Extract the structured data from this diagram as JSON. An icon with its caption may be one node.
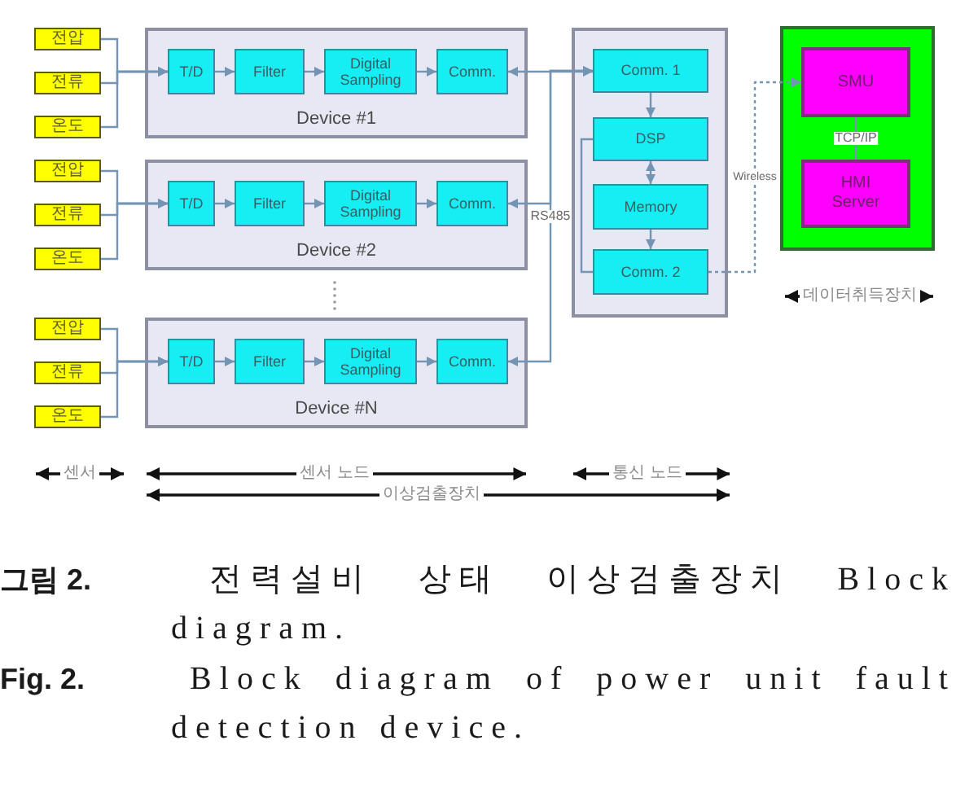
{
  "diagram": {
    "nodes": [
      {
        "text": [
          "전압"
        ]
      },
      {
        "text": [
          "전류"
        ]
      },
      {
        "text": [
          "온도"
        ]
      },
      {
        "text": [
          "Device #1"
        ]
      },
      {
        "text": [
          "T/D"
        ],
        "in": 3
      },
      {
        "text": [
          "Filter"
        ],
        "in": 3
      },
      {
        "text": [
          "Digital Sampling"
        ],
        "in": 3
      },
      {
        "text": [
          "Comm."
        ],
        "in": 3
      },
      {
        "text": [
          "전압"
        ]
      },
      {
        "text": [
          "전류"
        ]
      },
      {
        "text": [
          "온도"
        ]
      },
      {
        "text": [
          "Device #2"
        ]
      },
      {
        "text": [
          "T/D"
        ],
        "in": 11
      },
      {
        "text": [
          "Filter"
        ],
        "in": 11
      },
      {
        "text": [
          "Digital Sampling"
        ],
        "in": 11
      },
      {
        "text": [
          "Comm."
        ],
        "in": 11
      },
      {
        "text": [
          "전압"
        ]
      },
      {
        "text": [
          "전류"
        ]
      },
      {
        "text": [
          "온도"
        ]
      },
      {
        "text": [
          "Device #N"
        ]
      },
      {
        "text": [
          "T/D"
        ],
        "in": 19
      },
      {
        "text": [
          "Filter"
        ],
        "in": 19
      },
      {
        "text": [
          "Digital Sampling"
        ],
        "in": 19
      },
      {
        "text": [
          "Comm."
        ],
        "in": 19
      },
      {
        "text": [],
        "shape": "box"
      },
      {
        "text": [
          "Comm. 1"
        ],
        "in": 24
      },
      {
        "text": [
          "DSP"
        ],
        "in": 24
      },
      {
        "text": [
          "Memory"
        ],
        "in": 24
      },
      {
        "text": [
          "Comm. 2"
        ],
        "in": 24
      },
      {
        "text": [],
        "shape": "box"
      },
      {
        "text": [
          "SMU"
        ],
        "in": 29
      },
      {
        "text": [
          "HMI Server"
        ],
        "in": 29
      }
    ],
    "edges": [
      {
        "from": 0,
        "to": 4,
        "arrow": "to"
      },
      {
        "from": 1,
        "to": 4,
        "arrow": "to"
      },
      {
        "from": 2,
        "to": 4,
        "arrow": "to"
      },
      {
        "from": 4,
        "to": 5,
        "arrow": "to"
      },
      {
        "from": 5,
        "to": 6,
        "arrow": "to"
      },
      {
        "from": 6,
        "to": 7,
        "arrow": "to"
      },
      {
        "from": 7,
        "to": 25,
        "arrow": "both"
      },
      {
        "from": 8,
        "to": 12,
        "arrow": "to"
      },
      {
        "from": 9,
        "to": 12,
        "arrow": "to"
      },
      {
        "from": 10,
        "to": 12,
        "arrow": "to"
      },
      {
        "from": 12,
        "to": 13,
        "arrow": "to"
      },
      {
        "from": 13,
        "to": 14,
        "arrow": "to"
      },
      {
        "from": 14,
        "to": 15,
        "arrow": "to"
      },
      {
        "from": 15,
        "to": 25,
        "arrow": "both"
      },
      {
        "from": 16,
        "to": 20,
        "arrow": "to"
      },
      {
        "from": 17,
        "to": 20,
        "arrow": "to"
      },
      {
        "from": 18,
        "to": 20,
        "arrow": "to"
      },
      {
        "from": 20,
        "to": 21,
        "arrow": "to"
      },
      {
        "from": 21,
        "to": 22,
        "arrow": "to"
      },
      {
        "from": 22,
        "to": 23,
        "arrow": "to"
      },
      {
        "from": 23,
        "to": 25,
        "arrow": "both",
        "label": "RS485"
      },
      {
        "from": 25,
        "to": 26,
        "arrow": "to"
      },
      {
        "from": 26,
        "to": 27,
        "arrow": "both"
      },
      {
        "from": 27,
        "to": 28,
        "arrow": "to"
      },
      {
        "from": 26,
        "to": 28,
        "arrow": "none"
      },
      {
        "from": 28,
        "to": 30,
        "arrow": "to",
        "label": "Wireless",
        "style": "dashed"
      },
      {
        "from": 30,
        "to": 31,
        "arrow": "none",
        "label": "TCP/IP"
      }
    ],
    "labels": [
      "데이터취득장치",
      "센서",
      "센서 노드",
      "통신 노드",
      "이상검출장치",
      "**Fig. 2.** Block diagram of power unit fault detection device."
    ],
    "caption": "**그림 2.** 전력설비 상태 이상검출장치 Block diagram."
  }
}
